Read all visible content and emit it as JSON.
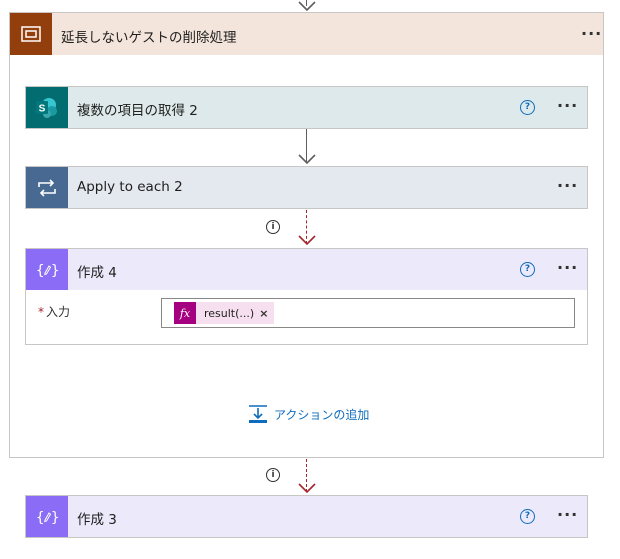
{
  "scope": {
    "title": "延長しないゲストの削除処理",
    "more_label": "···"
  },
  "actions": [
    {
      "title": "複数の項目の取得 2",
      "help": "?",
      "more_label": "···"
    },
    {
      "title": "Apply to each 2",
      "more_label": "···"
    },
    {
      "title": "作成 4",
      "help": "?",
      "more_label": "···",
      "field": {
        "required_mark": "*",
        "label": "入力",
        "token": {
          "fx_label": "fx",
          "text": "result(...)",
          "remove": "×"
        }
      }
    }
  ],
  "add_action_label": "アクションの追加",
  "next_action": {
    "title": "作成 3",
    "help": "?",
    "more_label": "···"
  },
  "connector_info": "i",
  "colors": {
    "scope_accent": "#933e0d",
    "sharepoint_accent": "#036c70",
    "loop_accent": "#486991",
    "compose_accent": "#8a6cf6",
    "link_blue": "#0f6cbd",
    "run_after_red": "#a4262c"
  },
  "icons": [
    "scope-icon",
    "sharepoint-icon",
    "loop-icon",
    "compose-icon",
    "help-icon",
    "info-icon",
    "add-action-icon",
    "arrow-down-icon"
  ]
}
